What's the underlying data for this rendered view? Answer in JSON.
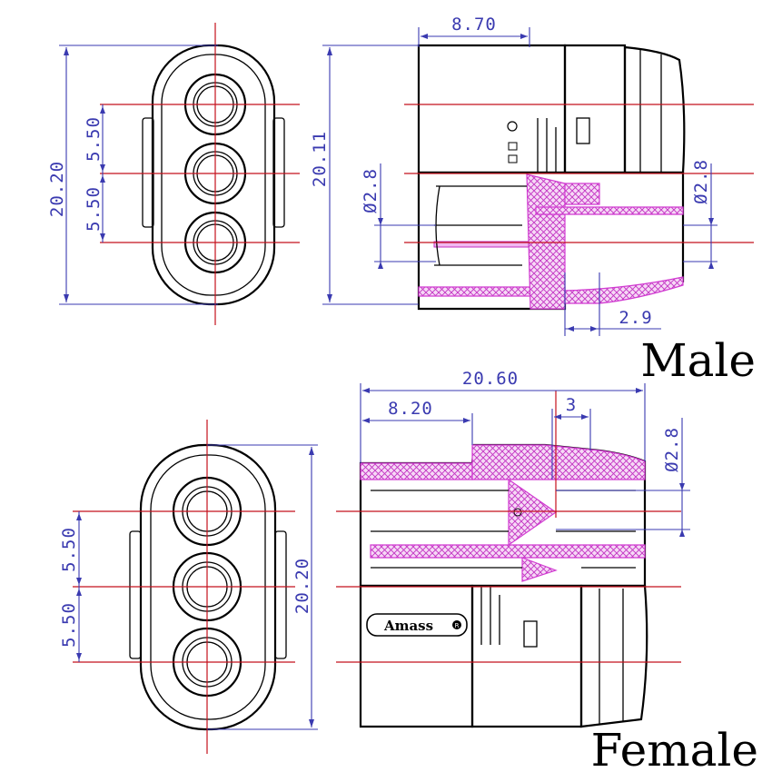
{
  "dimensions": {
    "male_body_height": "20.20",
    "male_pin_pitch_top": "5.50",
    "male_pin_pitch_bottom": "5.50",
    "male_side_height": "20.11",
    "male_top_width": "8.70",
    "male_pin_diameter_left": "Ø2.8",
    "male_pin_diameter_right": "Ø2.8",
    "male_tip_length": "2.9",
    "female_overall_length": "20.60",
    "female_front_length": "8.20",
    "female_socket_depth": "3",
    "female_pin_diameter": "Ø2.8",
    "female_pin_pitch_top": "5.50",
    "female_pin_pitch_bottom": "5.50",
    "female_body_height": "20.20"
  },
  "labels": {
    "male": "Male",
    "female": "Female",
    "brand": "Amass"
  },
  "colors": {
    "centerline": "#c4101c",
    "dimension": "#3a3ab0",
    "section_hatch": "#d13bd1"
  }
}
